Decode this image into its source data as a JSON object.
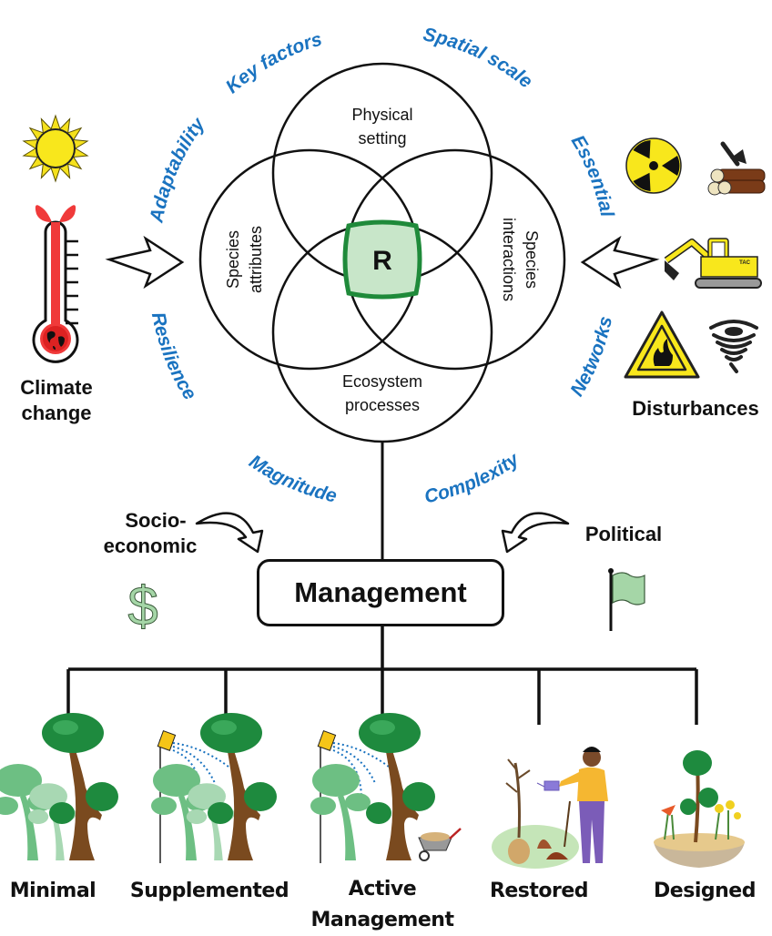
{
  "venn": {
    "circles": [
      {
        "id": "physical",
        "label_lines": [
          "Physical",
          "setting"
        ]
      },
      {
        "id": "species-attributes",
        "label_lines": [
          "Species",
          "attributes"
        ]
      },
      {
        "id": "species-interactions",
        "label_lines": [
          "Species",
          "interactions"
        ]
      },
      {
        "id": "ecosystem",
        "label_lines": [
          "Ecosystem",
          "processes"
        ]
      }
    ],
    "center_label": "R",
    "center_fill": "#c8e6c9",
    "center_stroke": "#1f8a3a"
  },
  "ring_words": {
    "color": "#1a73c0",
    "items": [
      "Adaptability",
      "Key factors",
      "Spatial scale",
      "Essential",
      "Networks",
      "Complexity",
      "Magnitude",
      "Resilience"
    ]
  },
  "climate": {
    "label_lines": [
      "Climate",
      "change"
    ],
    "icons": [
      "sun-icon",
      "thermometer-icon"
    ]
  },
  "disturbances": {
    "label": "Disturbances",
    "icons": [
      "radiation-icon",
      "logs-axe-icon",
      "excavator-icon",
      "fire-hazard-icon",
      "tornado-icon"
    ],
    "excavator_brand": "TAC"
  },
  "influences": {
    "socio_lines": [
      "Socio-",
      "economic"
    ],
    "political": "Political",
    "dollar_symbol": "$",
    "symbol_color": "#a5d6a7"
  },
  "management": {
    "label": "Management"
  },
  "categories": [
    {
      "id": "minimal",
      "label_lines": [
        "Minimal"
      ]
    },
    {
      "id": "supplemented",
      "label_lines": [
        "Supplemented"
      ]
    },
    {
      "id": "active",
      "label_lines": [
        "Active",
        "Management"
      ]
    },
    {
      "id": "restored",
      "label_lines": [
        "Restored"
      ]
    },
    {
      "id": "designed",
      "label_lines": [
        "Designed"
      ]
    }
  ]
}
